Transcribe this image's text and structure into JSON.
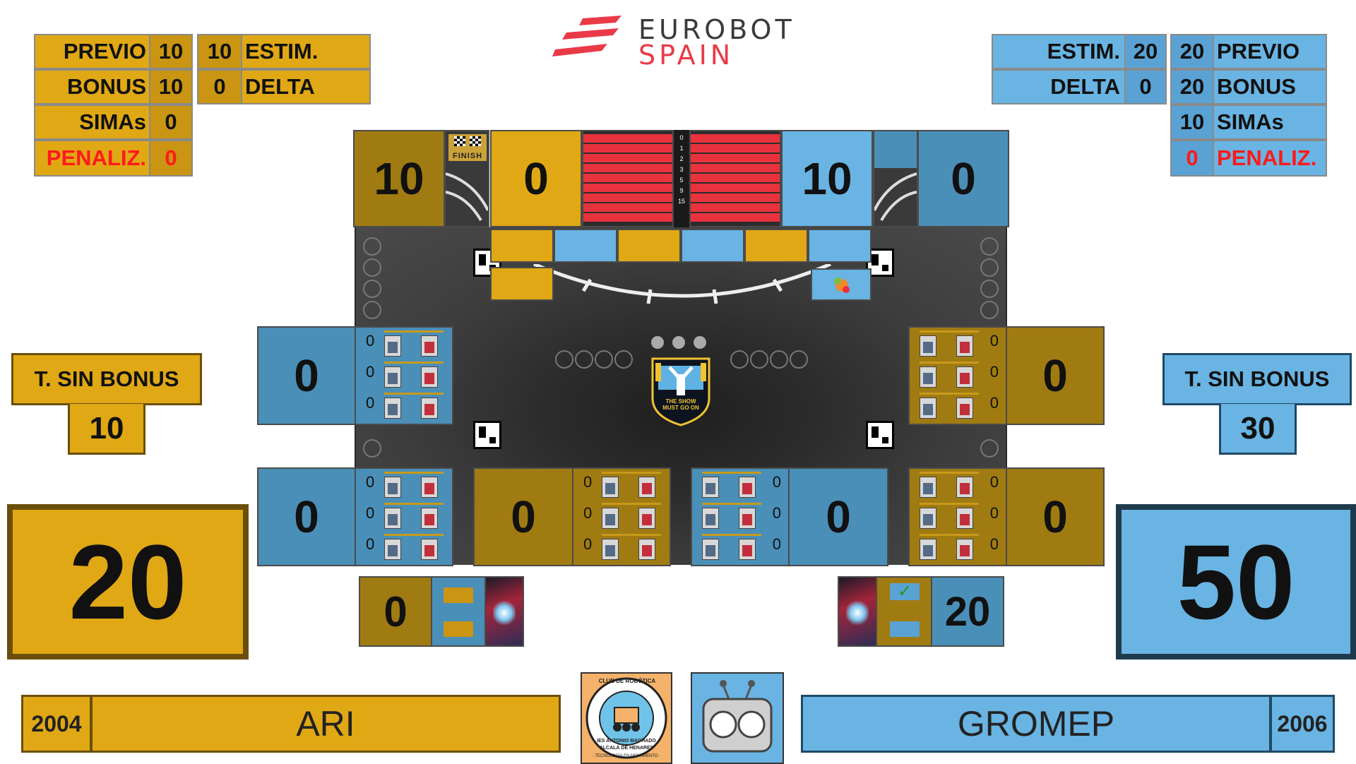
{
  "brand": {
    "line1": "EUROBOT",
    "line2": "SPAIN",
    "accent": "#ea3a48"
  },
  "colors": {
    "yellow": "#e0a815",
    "blue": "#69b4e3",
    "penalty": "#ff1a1a"
  },
  "yellow_panel": {
    "previo_label": "PREVIO",
    "previo_value": "10",
    "bonus_label": "BONUS",
    "bonus_value": "10",
    "simas_label": "SIMAs",
    "simas_value": "0",
    "penal_label": "PENALIZ.",
    "penal_value": "0",
    "estim_value": "10",
    "estim_label": "ESTIM.",
    "delta_value": "0",
    "delta_label": "DELTA"
  },
  "blue_panel": {
    "estim_label": "ESTIM.",
    "estim_value": "20",
    "delta_label": "DELTA",
    "delta_value": "0",
    "previo_value": "20",
    "previo_label": "PREVIO",
    "bonus_value": "20",
    "bonus_label": "BONUS",
    "simas_value": "10",
    "simas_label": "SIMAs",
    "penal_value": "0",
    "penal_label": "PENALIZ."
  },
  "top_row": {
    "yellow_score": "10",
    "finish_label": "FINISH",
    "yellow_zone": "0",
    "blue_score": "10",
    "blue_zone": "0",
    "tiers": [
      "0",
      "1",
      "2",
      "3",
      "5",
      "9",
      "15"
    ]
  },
  "side": {
    "yellow_tsb_label": "T. SIN BONUS",
    "yellow_tsb_value": "10",
    "blue_tsb_label": "T. SIN BONUS",
    "blue_tsb_value": "30",
    "yellow_total": "20",
    "blue_total": "50"
  },
  "zones": {
    "left_mid": "0",
    "right_mid": "0",
    "bl": "0",
    "bcl": "0",
    "bcr": "0",
    "br": "0",
    "rack_counts": "0"
  },
  "bottom_boxes": {
    "yellow_value": "0",
    "blue_value": "20",
    "check": "✓"
  },
  "teams": {
    "yellow_year": "2004",
    "yellow_name": "ARI",
    "blue_name": "GROMEP",
    "blue_year": "2006"
  },
  "logos": {
    "club_top": "CLUB DE ROBÓTICA",
    "club_school": "IES ANTONIO MACHADO",
    "club_city": "ALCALÁ DE HENARES",
    "club_tag": "· TECNOLOGÍA EN MOVIMIENTO ·",
    "center_emblem": "THE SHOW MUST GO ON"
  }
}
